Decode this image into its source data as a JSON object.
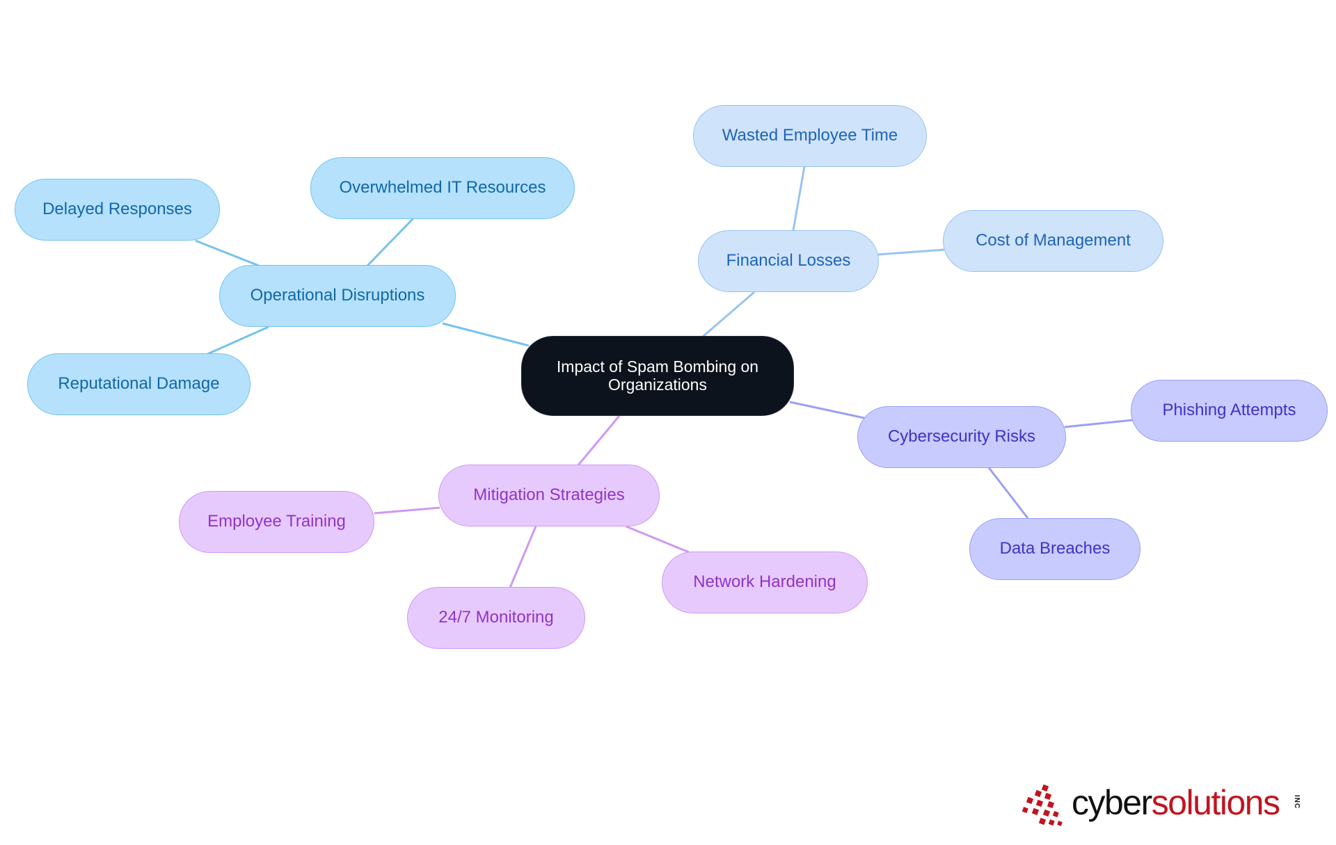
{
  "diagram": {
    "root": "Impact of Spam Bombing on Organizations",
    "branches": [
      {
        "id": "ops",
        "label": "Operational Disruptions",
        "color": "#74c2ef",
        "children": [
          "Overwhelmed IT Resources",
          "Delayed Responses",
          "Reputational Damage"
        ]
      },
      {
        "id": "fin",
        "label": "Financial Losses",
        "color": "#97c3f1",
        "children": [
          "Wasted Employee Time",
          "Cost of Management"
        ]
      },
      {
        "id": "cyb",
        "label": "Cybersecurity Risks",
        "color": "#9aa0f2",
        "children": [
          "Phishing Attempts",
          "Data Breaches"
        ]
      },
      {
        "id": "mit",
        "label": "Mitigation Strategies",
        "color": "#cf98f4",
        "children": [
          "Employee Training",
          "24/7 Monitoring",
          "Network Hardening"
        ]
      }
    ]
  },
  "logo": {
    "word_part1": "cyber",
    "word_part2": "solutions",
    "suffix": "INC",
    "brand_red": "#c0151e"
  }
}
